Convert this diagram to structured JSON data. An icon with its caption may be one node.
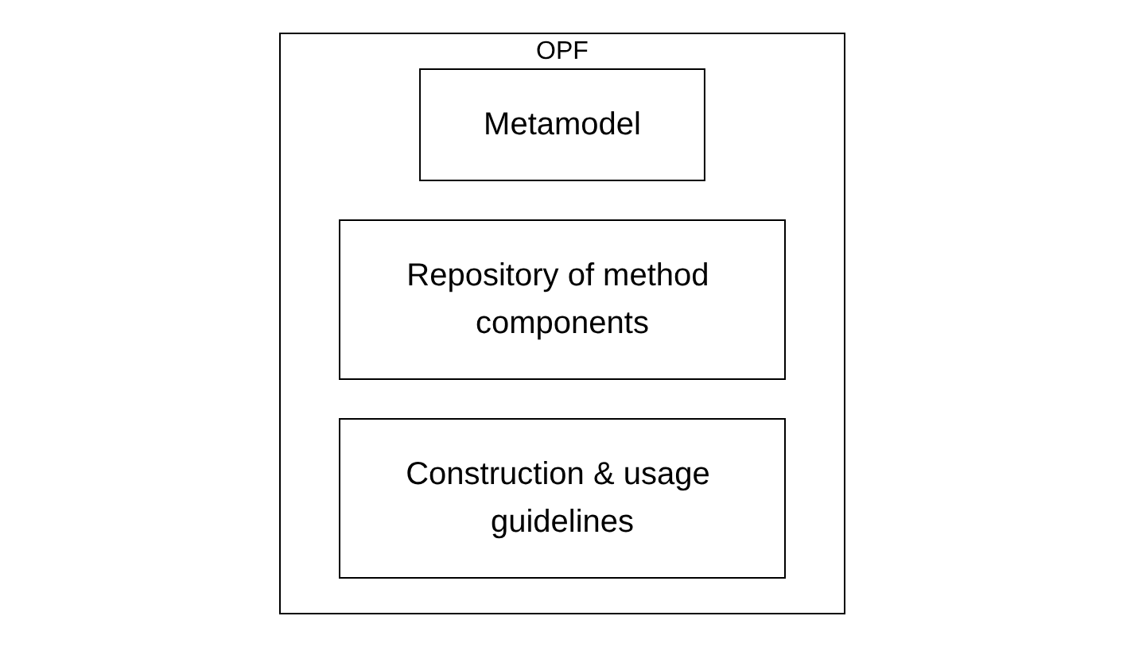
{
  "diagram": {
    "nodes": [
      {
        "text": [
          "OPF"
        ]
      },
      {
        "text": [
          "Metamodel"
        ],
        "in": 0
      },
      {
        "text": [
          "Repository of method components"
        ],
        "in": 0
      },
      {
        "text": [
          "Construction & usage guidelines"
        ],
        "in": 0
      }
    ]
  }
}
